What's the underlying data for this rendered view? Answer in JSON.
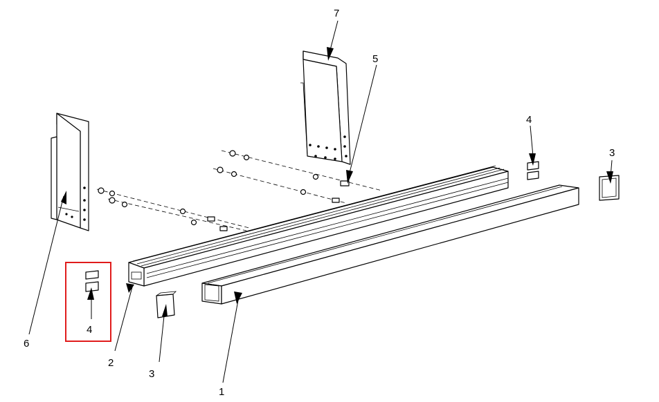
{
  "callouts": [
    {
      "id": "c1",
      "label": "1"
    },
    {
      "id": "c2",
      "label": "2"
    },
    {
      "id": "c3a",
      "label": "3"
    },
    {
      "id": "c3b",
      "label": "3"
    },
    {
      "id": "c4a",
      "label": "4"
    },
    {
      "id": "c4b",
      "label": "4"
    },
    {
      "id": "c5",
      "label": "5"
    },
    {
      "id": "c6",
      "label": "6"
    },
    {
      "id": "c7",
      "label": "7"
    }
  ],
  "colors": {
    "line": "#000000",
    "highlight": "#e01b1b",
    "background": "#ffffff"
  },
  "highlighted_callout": "4"
}
